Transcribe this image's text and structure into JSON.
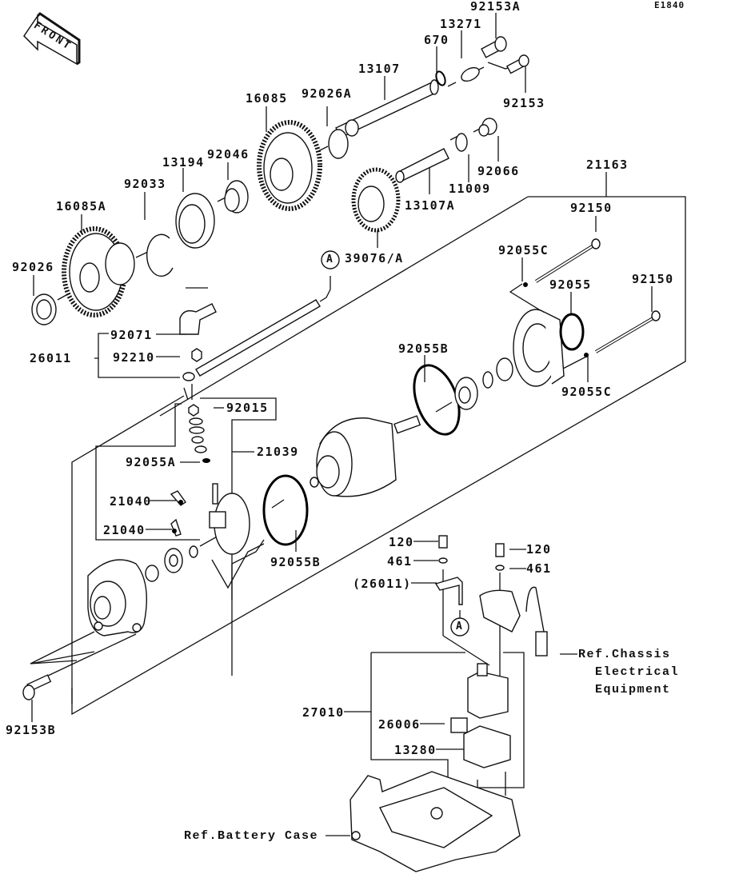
{
  "diagram": {
    "code": "E1840",
    "front_label": "FRONT",
    "callouts": {
      "p92153A": "92153A",
      "p13271": "13271",
      "p670": "670",
      "p13107": "13107",
      "p92153": "92153",
      "p16085": "16085",
      "p92026A": "92026A",
      "p92046": "92046",
      "p13194": "13194",
      "p92033": "92033",
      "p16085A": "16085A",
      "p92026": "92026",
      "p92066": "92066",
      "p11009": "11009",
      "p13107A": "13107A",
      "p39076A": "39076/A",
      "p21163": "21163",
      "p92150a": "92150",
      "p92150b": "92150",
      "p92055Ca": "92055C",
      "p92055": "92055",
      "p92055Cb": "92055C",
      "p92055Ba": "92055B",
      "p92071": "92071",
      "p26011": "26011",
      "p92210": "92210",
      "p92015": "92015",
      "p21039": "21039",
      "p92055A": "92055A",
      "p21040a": "21040",
      "p21040b": "21040",
      "p92055Bb": "92055B",
      "p120a": "120",
      "p461a": "461",
      "p26011ref": "(26011)",
      "p120b": "120",
      "p461b": "461",
      "p27010": "27010",
      "p26006": "26006",
      "p13280": "13280",
      "p92153B": "92153B"
    },
    "connector_marks": [
      "A",
      "A"
    ],
    "references": {
      "chassis": "Ref.Chassis\n  Electrical\n  Equipment",
      "battery": "Ref.Battery Case"
    }
  }
}
